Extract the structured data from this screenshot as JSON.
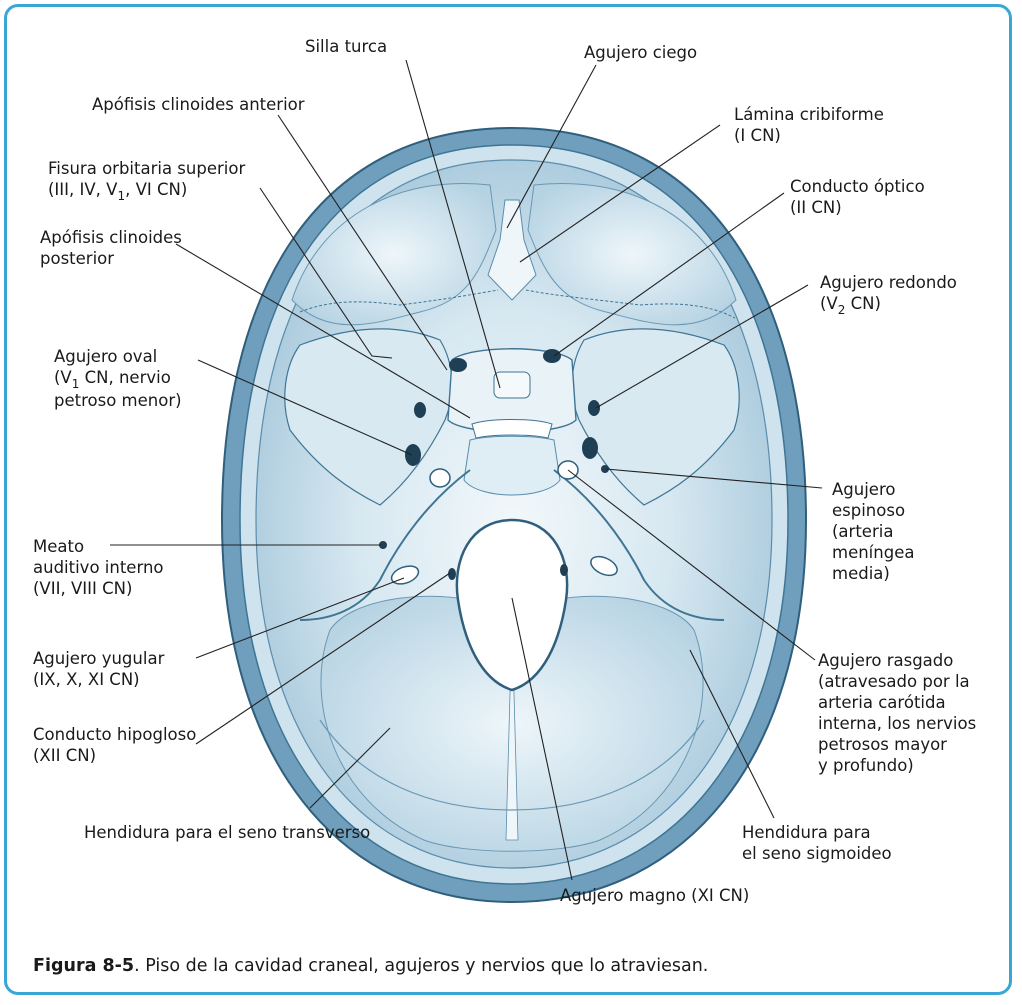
{
  "labels": {
    "silla_turca": [
      "Silla turca"
    ],
    "agujero_ciego": [
      "Agujero ciego"
    ],
    "clinoides_anterior": [
      "Apófisis clinoides anterior"
    ],
    "lamina_cribiforme": [
      "Lámina cribiforme",
      "(I CN)"
    ],
    "fisura_orbitaria": {
      "line1": "Fisura orbitaria superior",
      "line2_a": "(III, IV, V",
      "line2_sub": "1",
      "line2_b": ", VI CN)"
    },
    "conducto_optico": [
      "Conducto óptico",
      "(II CN)"
    ],
    "clinoides_posterior": [
      "Apófisis clinoides",
      "posterior"
    ],
    "agujero_redondo": {
      "line1": "Agujero redondo",
      "line2_a": "(V",
      "line2_sub": "2",
      "line2_b": " CN)"
    },
    "agujero_oval": {
      "line1": "Agujero oval",
      "line2_a": "(V",
      "line2_sub": "1",
      "line2_b": " CN, nervio",
      "line3": "petroso menor)"
    },
    "agujero_espinoso": [
      "Agujero",
      "espinoso",
      "(arteria",
      "meníngea",
      "media)"
    ],
    "meato_auditivo": [
      "Meato",
      "auditivo interno",
      "(VII, VIII CN)"
    ],
    "agujero_yugular": [
      "Agujero yugular",
      "(IX, X, XI CN)"
    ],
    "agujero_rasgado": [
      "Agujero rasgado",
      "(atravesado por la",
      "arteria carótida",
      "interna, los nervios",
      "petrosos mayor",
      "y profundo)"
    ],
    "conducto_hipogloso": [
      "Conducto hipogloso",
      "(XII CN)"
    ],
    "hendidura_transverso": [
      "Hendidura para el seno transverso"
    ],
    "hendidura_sigmoideo": [
      "Hendidura para",
      "el seno sigmoideo"
    ],
    "agujero_magno": [
      "Agujero magno (XI CN)"
    ]
  },
  "caption": {
    "figure_number": "Figura 8-5",
    "text": ". Piso de la cavidad craneal, agujeros y nervios que lo atraviesan."
  },
  "colors": {
    "frame": "#3aa6d6",
    "bone_light": "#dcebf3",
    "bone_mid": "#a9cadd",
    "bone_dark": "#3f7594",
    "leader": "#222222"
  }
}
